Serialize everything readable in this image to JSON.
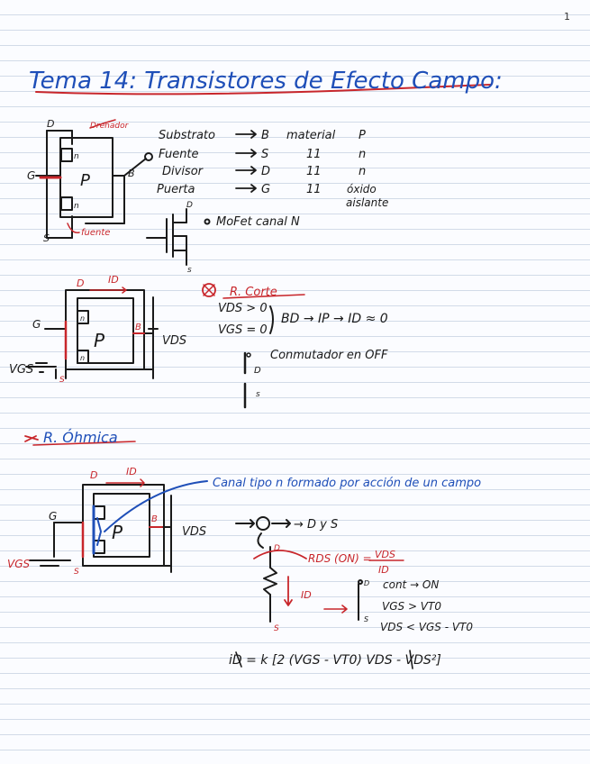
{
  "page_number": "1",
  "title": "Tema 14: Transistores de Efecto Campo:",
  "colors": {
    "ink": "#1a1a1a",
    "blue": "#1f4fb8",
    "red": "#c8262b",
    "rule": "#d2dbe8"
  },
  "sec1": {
    "drenador": "Drenador",
    "fuente": "fuente",
    "d": "D",
    "g": "G",
    "s": "S",
    "b": "B",
    "p": "P",
    "n": "n",
    "rows": [
      {
        "name": "Substrato",
        "sym": "B",
        "val": "material",
        "type": "P"
      },
      {
        "name": "Fuente",
        "sym": "S",
        "val": "11",
        "type": "n"
      },
      {
        "name": "Divisor",
        "sym": "D",
        "val": "11",
        "type": "n"
      },
      {
        "name": "Puerta",
        "sym": "G",
        "val": "11",
        "type": "óxido"
      }
    ],
    "aislante": "aislante",
    "mosfet": "MoFet canal N",
    "sym_d": "D",
    "sym_s": "s"
  },
  "sec2": {
    "id": "ID",
    "vds": "VDS",
    "vgs": "VGS",
    "b": "B",
    "p": "P",
    "n": "n",
    "d": "D",
    "g": "G",
    "s": "S",
    "title": "R. Corte",
    "c1": "VDS > 0",
    "c2": "VGS = 0",
    "res": "BD → IP → ID ≈ 0",
    "switch": "Conmutador en OFF",
    "sw_d": "D",
    "sw_s": "s"
  },
  "sec3": {
    "title": "R. Óhmica",
    "d": "D",
    "id": "ID",
    "g": "G",
    "b": "B",
    "p": "P",
    "vds": "VDS",
    "vgs": "VGS",
    "s": "S",
    "canal": "Canal tipo n formado por acción de un campo",
    "dys": "→ D y S",
    "rds": "RDS (ON) =",
    "rds_num": "VDS",
    "rds_den": "ID",
    "id2": "ID",
    "cont": "cont → ON",
    "cond1": "VGS > VT0",
    "cond2": "VDS < VGS - VT0",
    "formula": "iD = k [2 (VGS - VT0) VDS - VDS²]",
    "rd": "D",
    "rs": "S",
    "sd": "D",
    "ss": "S"
  }
}
